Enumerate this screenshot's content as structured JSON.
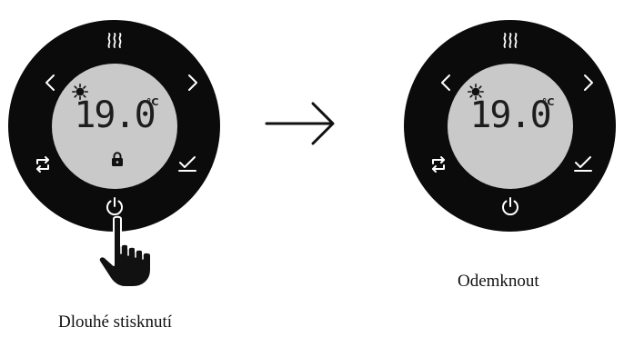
{
  "left_panel": {
    "temperature": "19.0",
    "unit": "°C",
    "locked": true,
    "icons": [
      "heat-icon",
      "chevron-left-icon",
      "chevron-right-icon",
      "sun-icon",
      "mode-swap-icon",
      "confirm-check-icon",
      "lock-icon",
      "power-icon"
    ],
    "caption": "Dlouhé stisknutí"
  },
  "right_panel": {
    "temperature": "19.0",
    "unit": "°C",
    "locked": false,
    "icons": [
      "heat-icon",
      "chevron-left-icon",
      "chevron-right-icon",
      "sun-icon",
      "mode-swap-icon",
      "confirm-check-icon",
      "power-icon"
    ],
    "caption": "Odemknout"
  },
  "transition": {
    "icon": "arrow-right-icon"
  },
  "gesture": {
    "icon": "pointing-hand-icon"
  },
  "colors": {
    "dial": "#0b0b0b",
    "screen": "#c9c9c9",
    "icon": "#ffffff",
    "digits": "#1d1d1d"
  }
}
